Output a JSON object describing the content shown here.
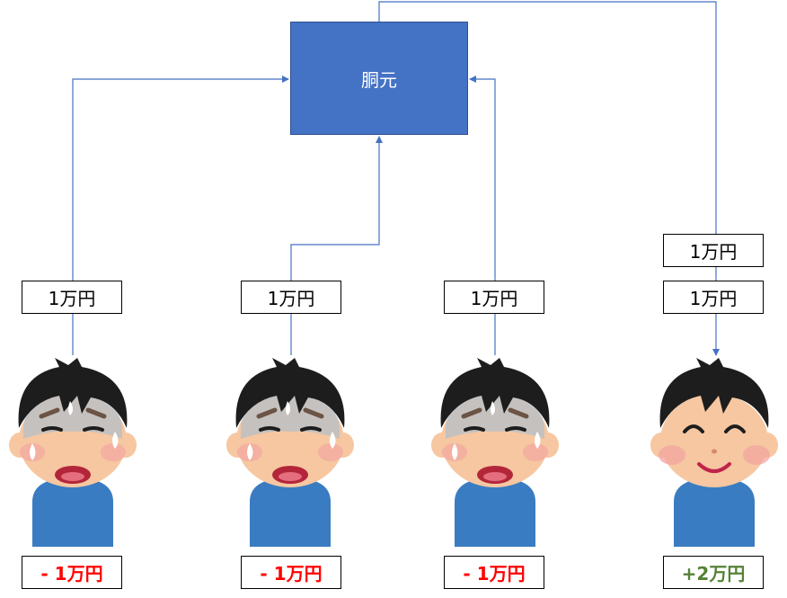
{
  "hub": {
    "label": "胴元",
    "fill": "#4472c4"
  },
  "players": [
    {
      "transfer_labels": [
        "1万円"
      ],
      "result": "- 1万円",
      "result_color": "#ff0000",
      "expression": "crying-sweating",
      "icon": "worried-boy-icon"
    },
    {
      "transfer_labels": [
        "1万円"
      ],
      "result": "- 1万円",
      "result_color": "#ff0000",
      "expression": "crying-sweating",
      "icon": "worried-boy-icon"
    },
    {
      "transfer_labels": [
        "1万円"
      ],
      "result": "- 1万円",
      "result_color": "#ff0000",
      "expression": "crying-sweating",
      "icon": "worried-boy-icon"
    },
    {
      "transfer_labels": [
        "1万円",
        "1万円"
      ],
      "result": "+2万円",
      "result_color": "#548235",
      "expression": "smiling",
      "icon": "happy-boy-icon"
    }
  ],
  "connector_color": "#4472c4"
}
